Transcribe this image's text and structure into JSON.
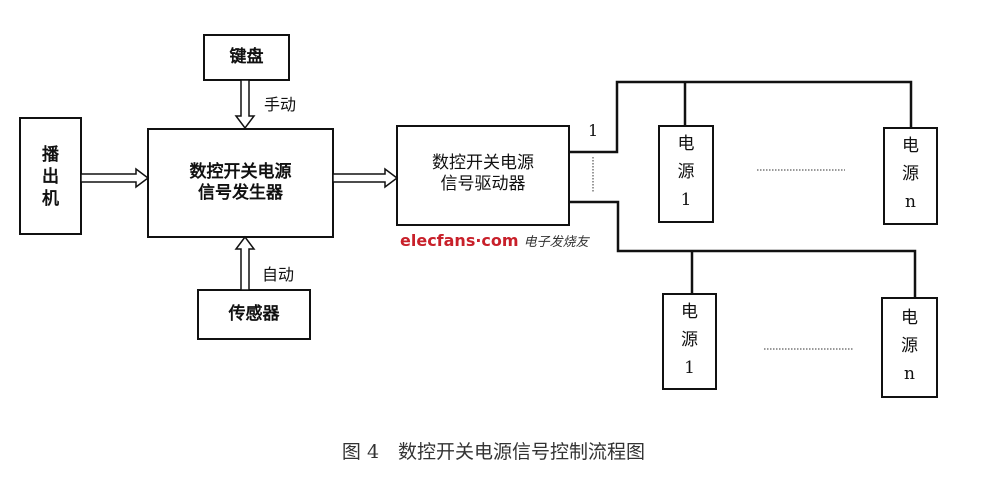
{
  "nodes": {
    "keyboard": "键盘",
    "player": "播\n出\n机",
    "generator": "数控开关电源\n信号发生器",
    "sensor": "传感器",
    "driver": "数控开关电源\n信号驱动器",
    "psu_top_1": "电\n源\n1",
    "psu_top_n": "电\n源\nn",
    "psu_bottom_1": "电\n源\n1",
    "psu_bottom_n": "电\n源\nn"
  },
  "labels": {
    "manual": "手动",
    "auto": "自动",
    "channel_1": "1"
  },
  "watermark": {
    "brand": "elecfans·com",
    "text": "电子发烧友",
    "brand_color": "#c8202a"
  },
  "caption": "图 4　数控开关电源信号控制流程图"
}
